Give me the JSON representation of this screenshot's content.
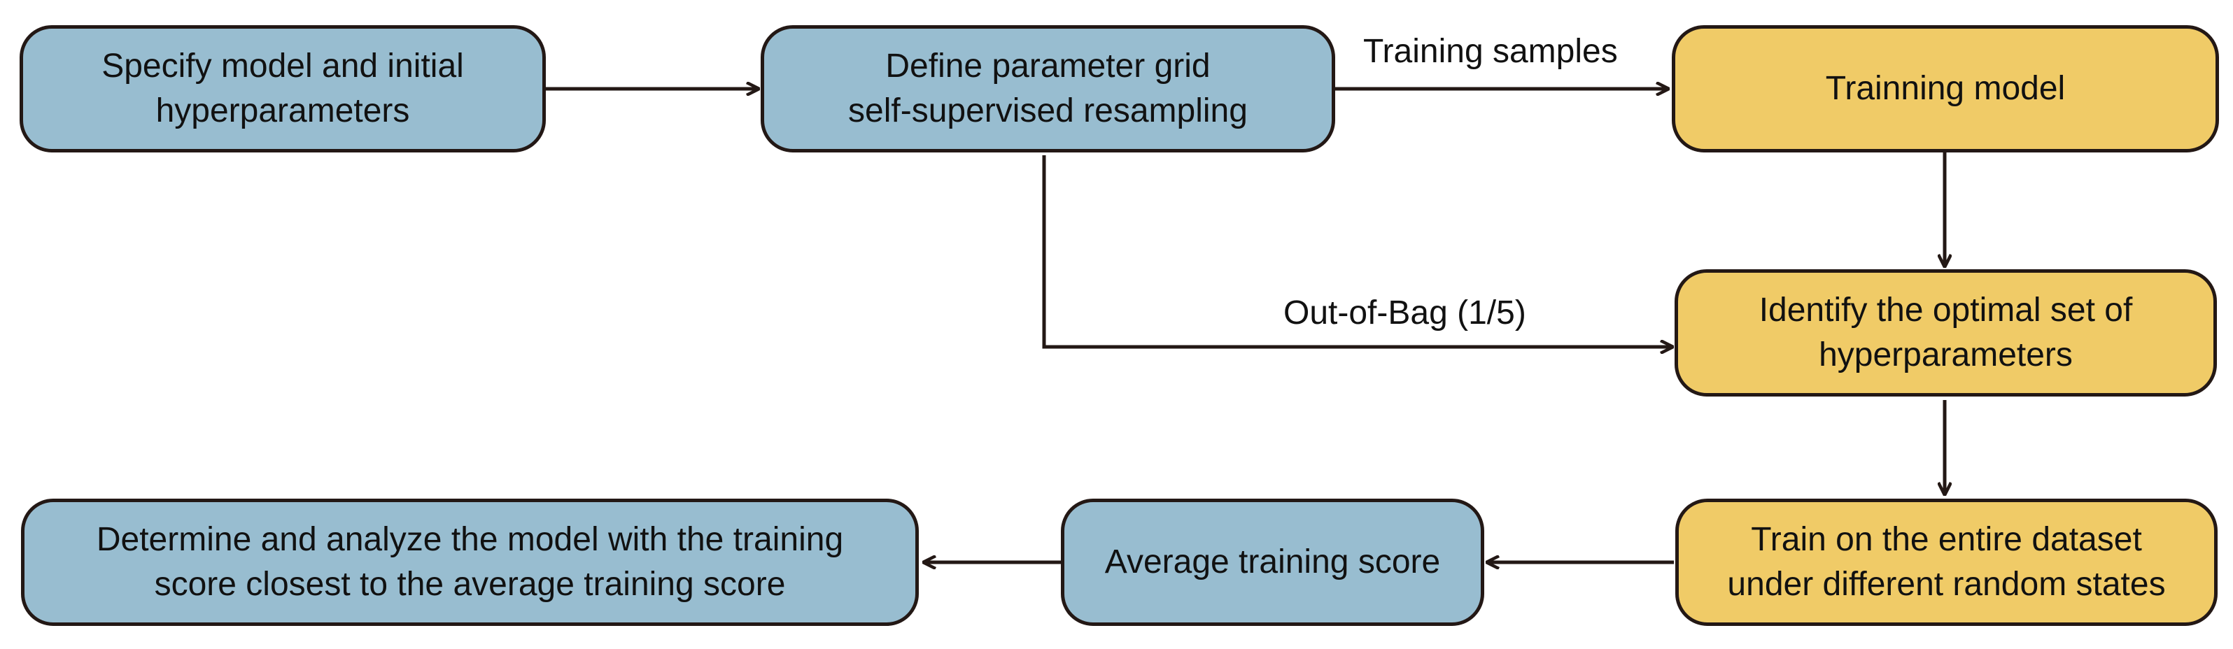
{
  "nodes": {
    "specify": {
      "lines": [
        "Specify model and initial",
        "hyperparameters"
      ],
      "color": "#98bdd0"
    },
    "define": {
      "lines": [
        "Define parameter grid",
        "self-supervised resampling"
      ],
      "color": "#98bdd0"
    },
    "training": {
      "lines": [
        "Trainning model"
      ],
      "color": "#f0cb67"
    },
    "identify": {
      "lines": [
        "Identify the optimal set of",
        "hyperparameters"
      ],
      "color": "#f0cb67"
    },
    "train_entire": {
      "lines": [
        "Train on the entire dataset",
        "under different random states"
      ],
      "color": "#f0cb67"
    },
    "average": {
      "lines": [
        "Average training score"
      ],
      "color": "#98bdd0"
    },
    "determine": {
      "lines": [
        "Determine and analyze the model with the training",
        "score closest to the average training score"
      ],
      "color": "#98bdd0"
    }
  },
  "edge_labels": {
    "training_samples": "Training samples",
    "out_of_bag": "Out-of-Bag (1/5)"
  },
  "colors": {
    "stroke": "#231815",
    "blue": "#98bdd0",
    "yellow": "#f0cb67"
  }
}
